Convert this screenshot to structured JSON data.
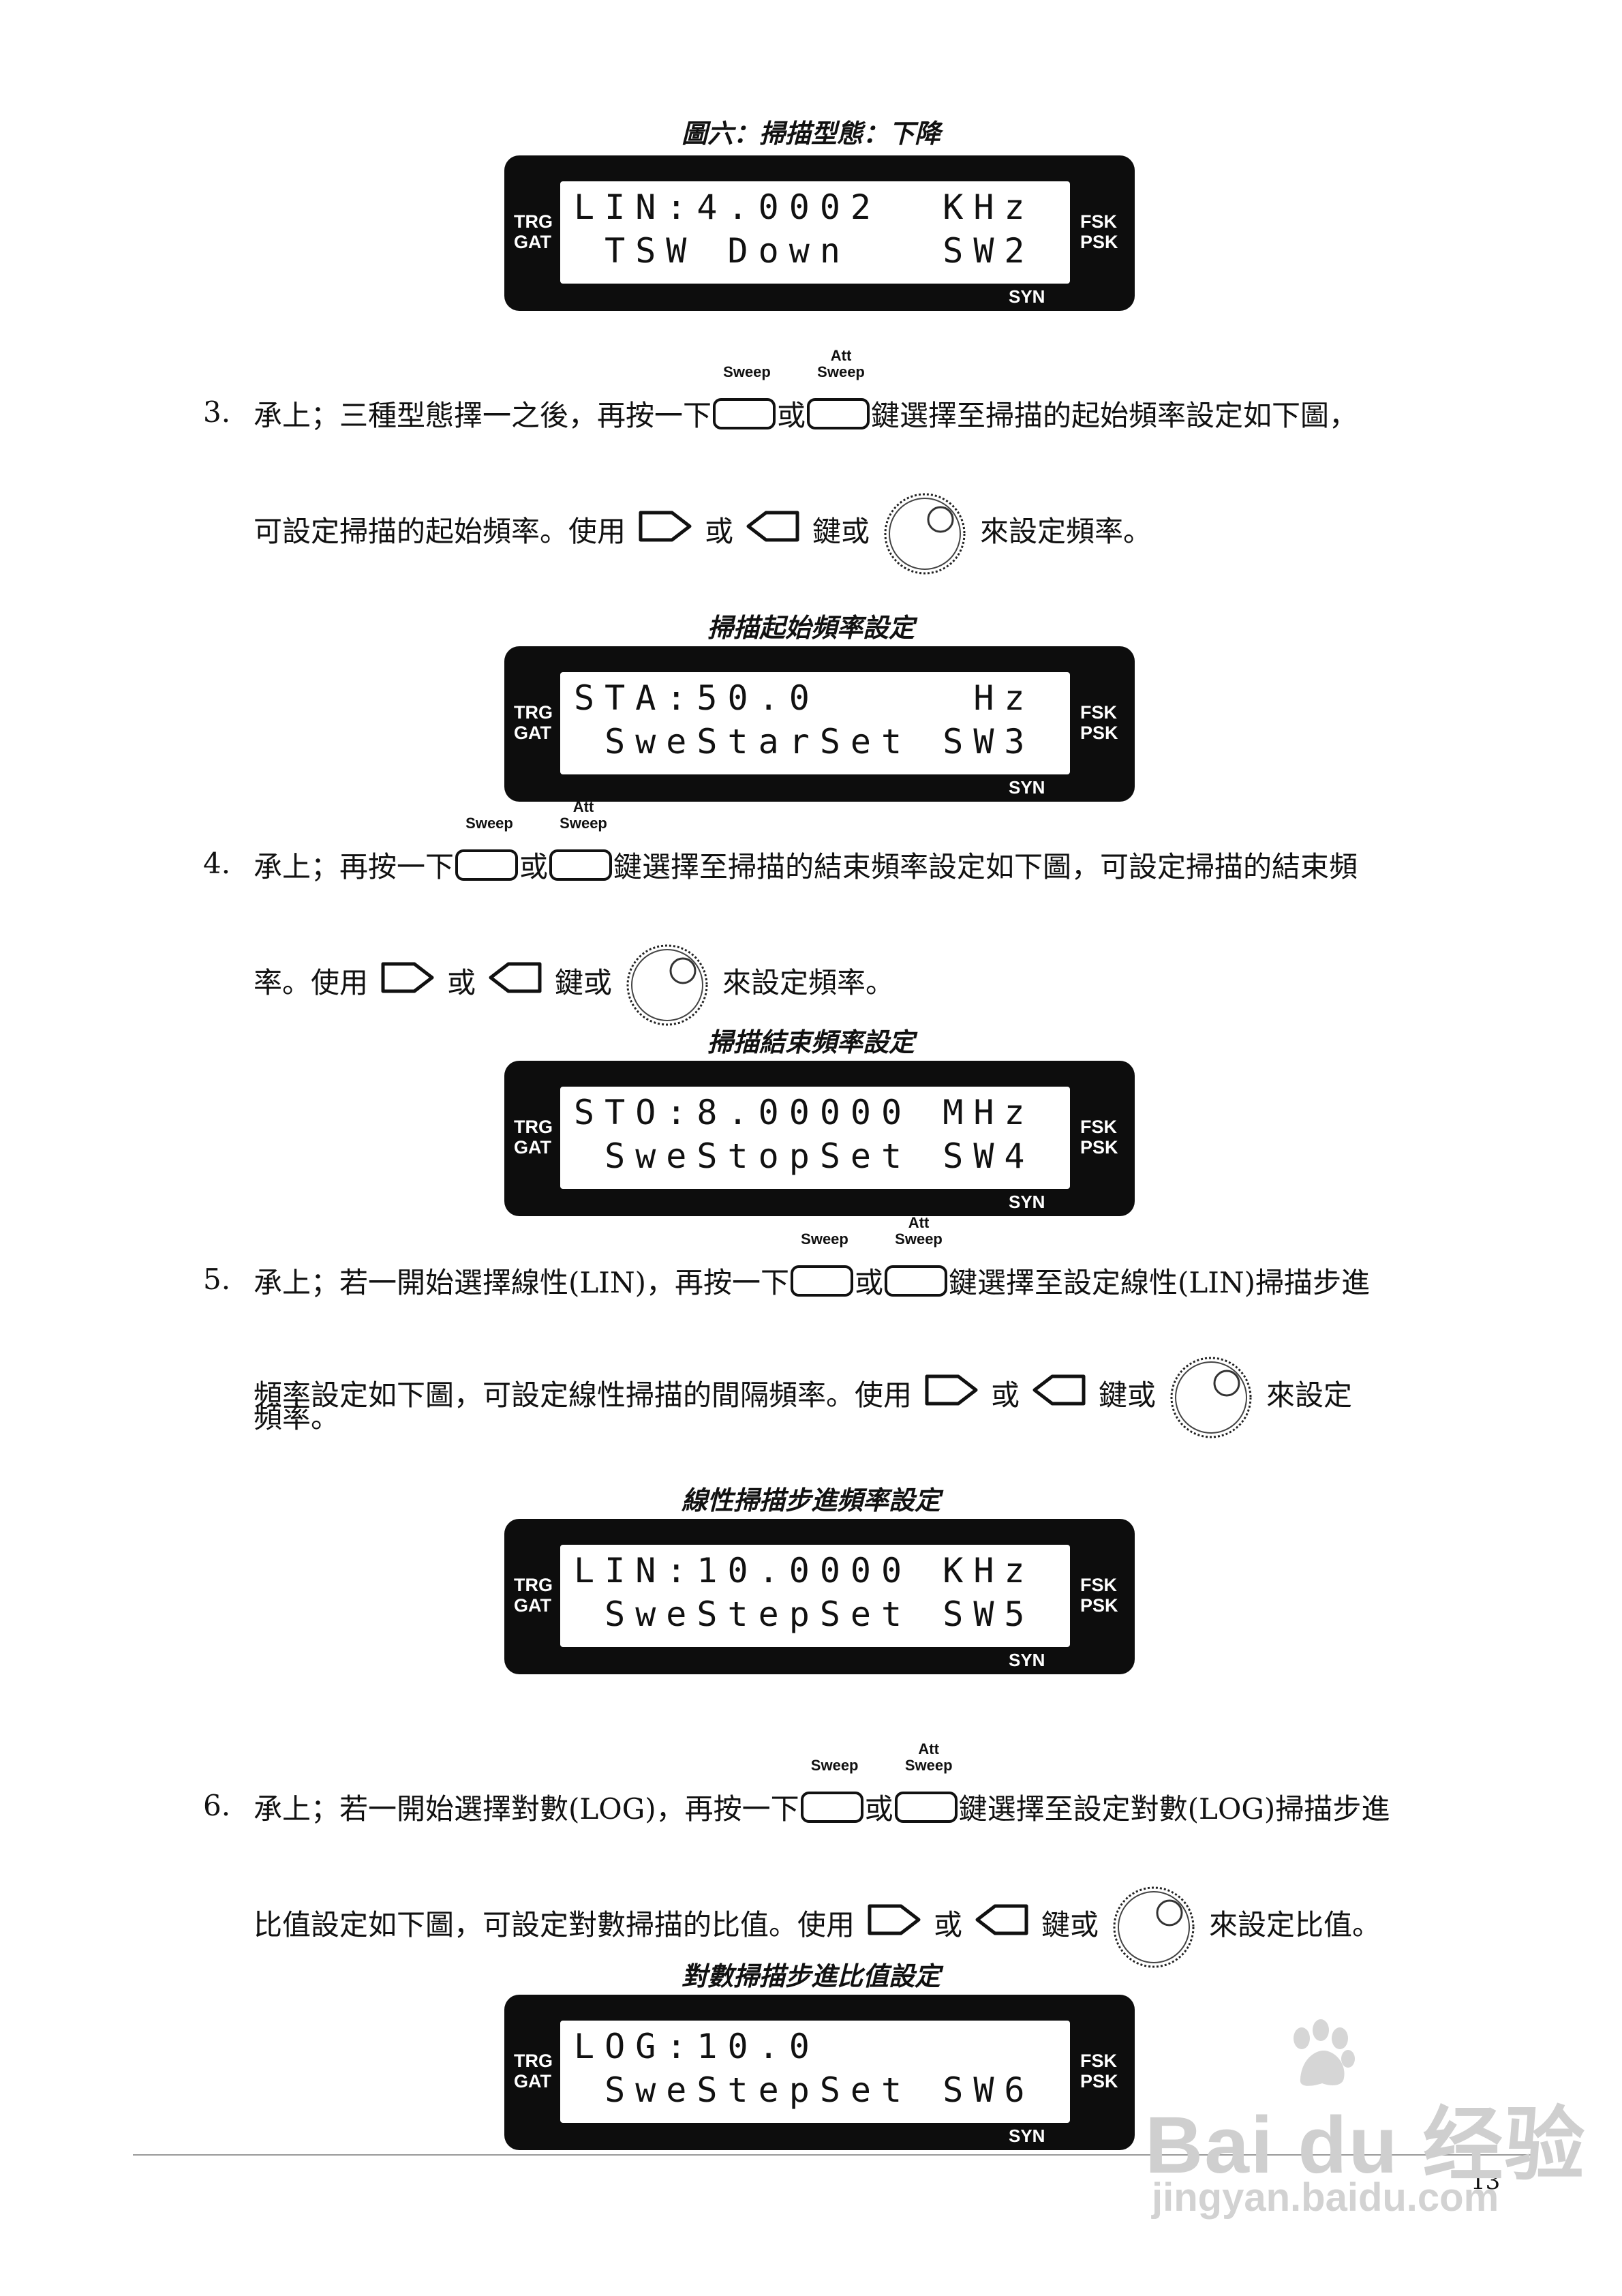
{
  "captions": {
    "fig6": "圖六：掃描型態：下降",
    "start": "掃描起始頻率設定",
    "stop": "掃描結束頻率設定",
    "lin_step": "線性掃描步進頻率設定",
    "log_step": "對數掃描步進比值設定"
  },
  "lcd_side": {
    "trg": "TRG",
    "gat": "GAT",
    "fsk": "FSK",
    "psk": "PSK",
    "syn": "SYN"
  },
  "lcd": {
    "fig6": {
      "line1": "LIN:4.0002  KHz",
      "line2": " TSW Down   SW2"
    },
    "start": {
      "line1": "STA:50.0     Hz",
      "line2": " SweStarSet SW3"
    },
    "stop": {
      "line1": "STO:8.00000 MHz",
      "line2": " SweStopSet SW4"
    },
    "lin_step": {
      "line1": "LIN:10.0000 KHz",
      "line2": " SweStepSet SW5"
    },
    "log_step": {
      "line1": "LOG:10.0",
      "line2": " SweStepSet SW6"
    }
  },
  "keys": {
    "sweep": "Sweep",
    "att": "Att",
    "att_sweep": "Sweep"
  },
  "steps": {
    "s3": {
      "num": "3.",
      "a": "承上；三種型態擇一之後，再按一下",
      "or": "或",
      "b": "鍵選擇至掃描的起始頻率設定如下圖，",
      "l2a": "可設定掃描的起始頻率。使用",
      "l2or": "或",
      "l2key": "鍵或",
      "l2end": "來設定頻率。"
    },
    "s4": {
      "num": "4.",
      "a": "承上；再按一下",
      "or": "或",
      "b": "鍵選擇至掃描的結束頻率設定如下圖，可設定掃描的結束頻",
      "l2a": "率。使用",
      "l2or": "或",
      "l2key": "鍵或",
      "l2end": "來設定頻率。"
    },
    "s5": {
      "num": "5.",
      "a": "承上；若一開始選擇線性(LIN)，再按一下",
      "or": "或",
      "b": "鍵選擇至設定線性(LIN)掃描步進",
      "l2a": "頻率設定如下圖，可設定線性掃描的間隔頻率。使用",
      "l2or": "或",
      "l2key": "鍵或",
      "l2end": "來設定",
      "l3": "頻率。"
    },
    "s6": {
      "num": "6.",
      "a": "承上；若一開始選擇對數(LOG)，再按一下",
      "or": "或",
      "b": "鍵選擇至設定對數(LOG)掃描步進",
      "l2a": "比值設定如下圖，可設定對數掃描的比值。使用",
      "l2or": "或",
      "l2key": "鍵或",
      "l2end": "來設定比值。"
    }
  },
  "page_number": "13",
  "watermark": {
    "main": "Bai du 经验",
    "url": "jingyan.baidu.com"
  }
}
